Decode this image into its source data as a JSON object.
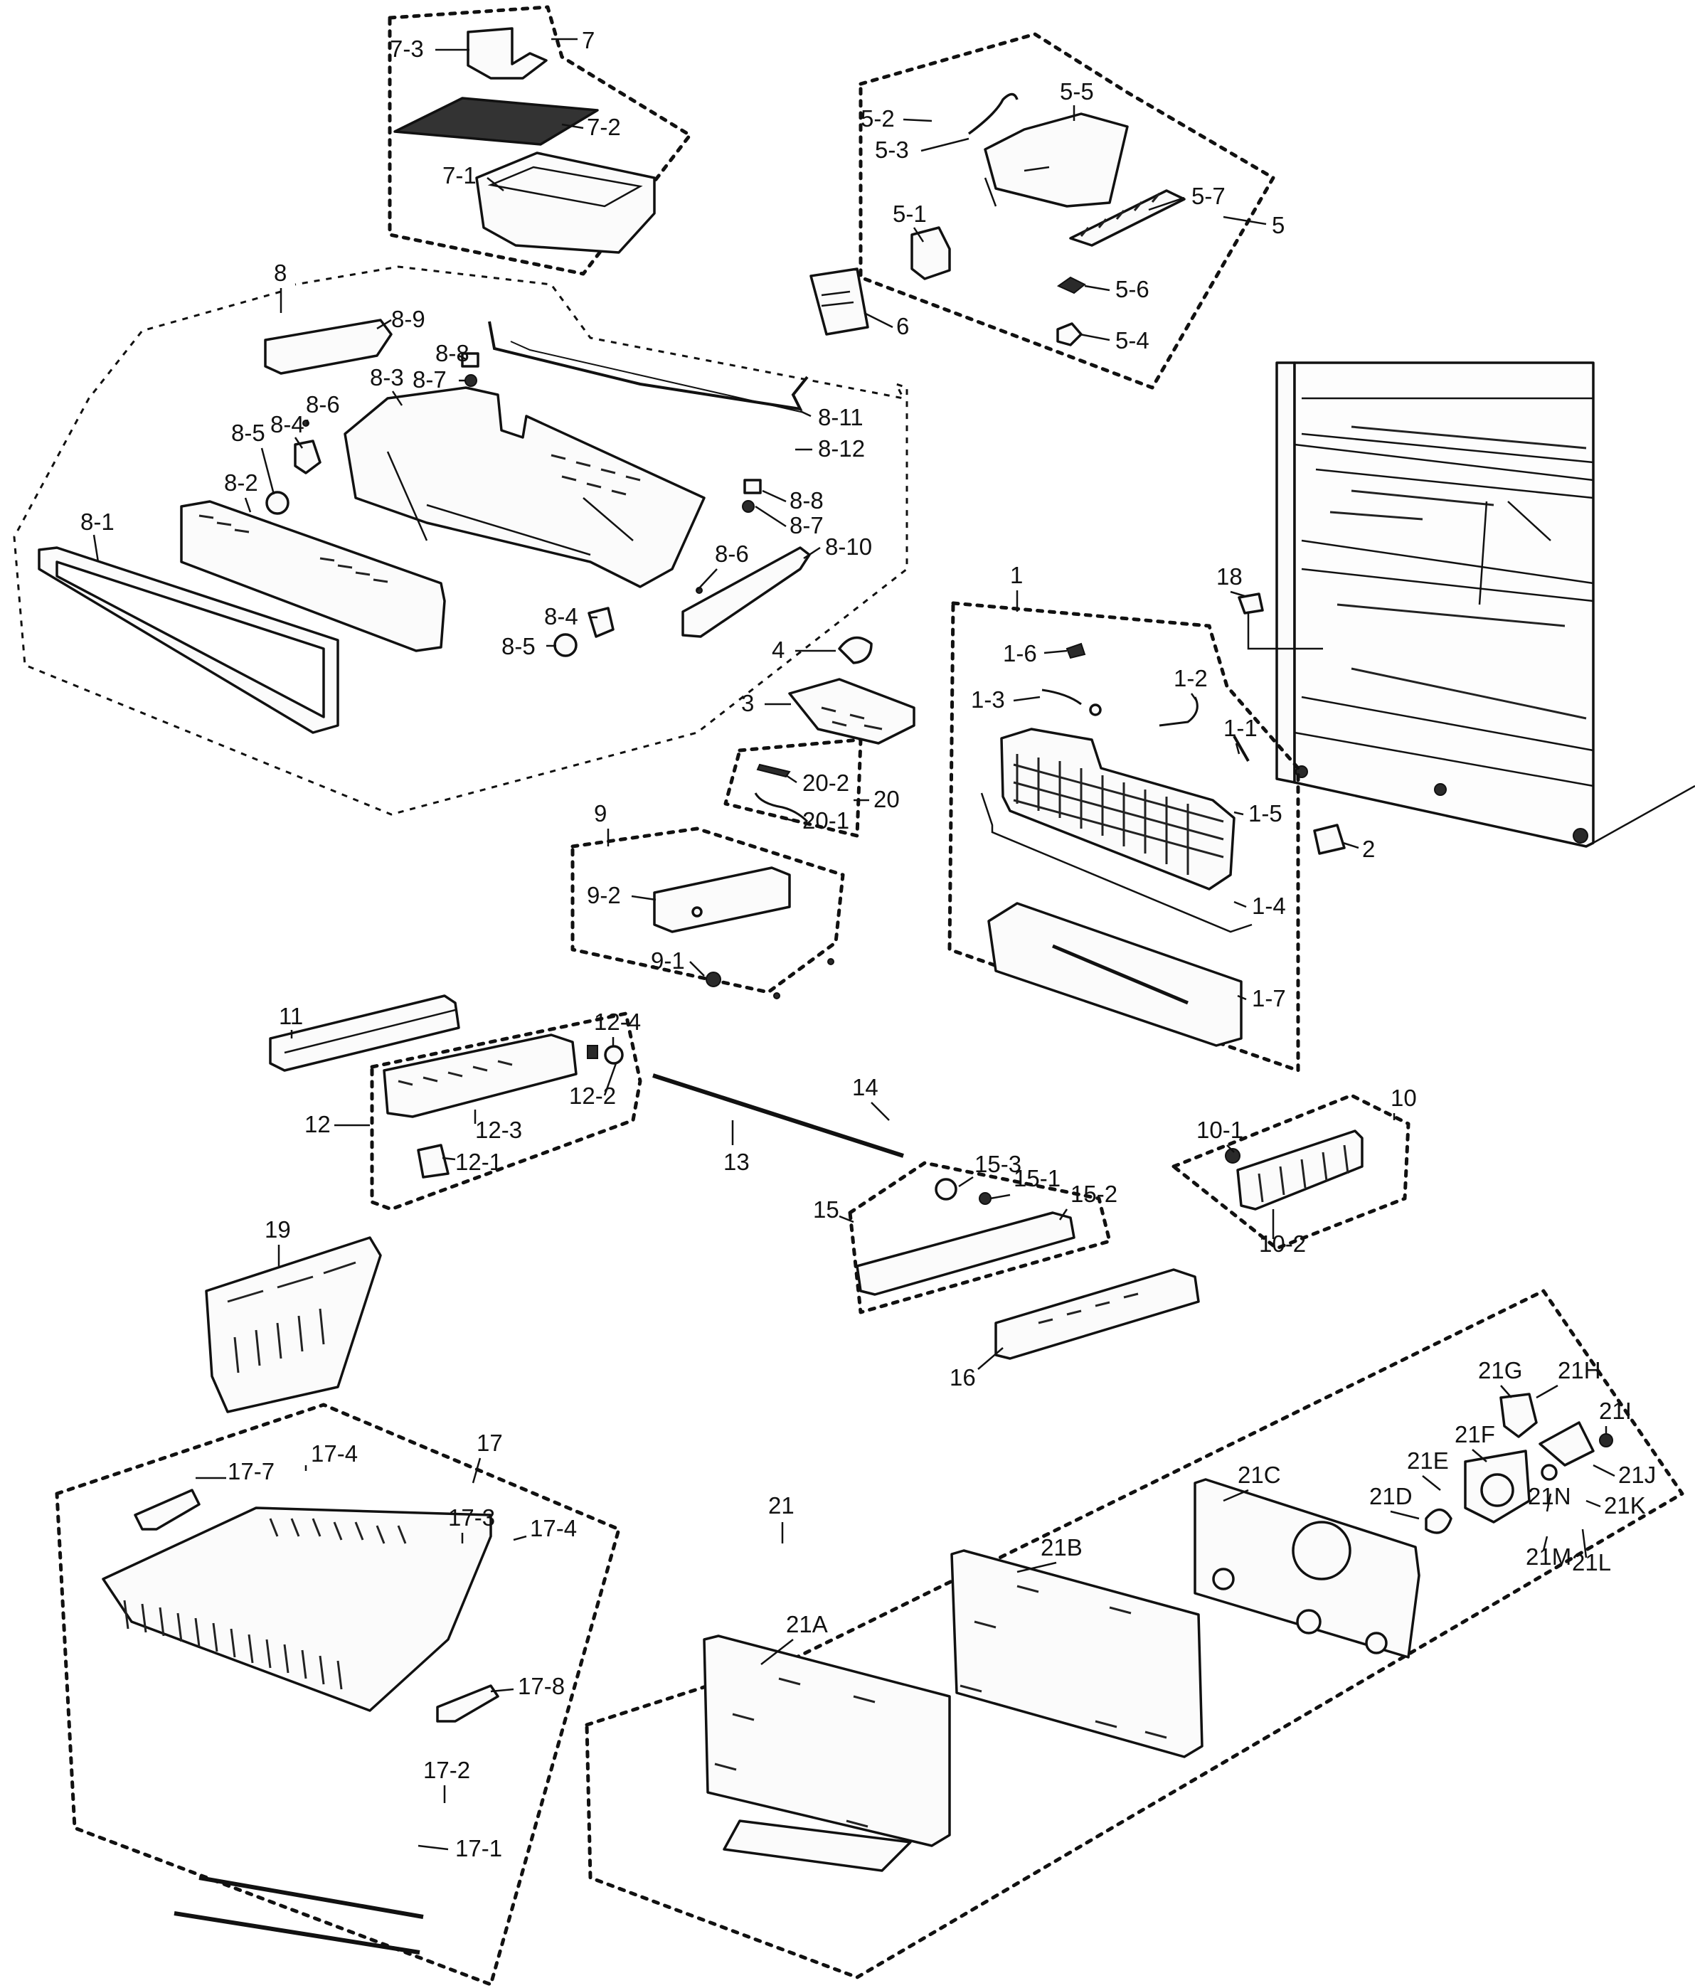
{
  "labels": {
    "p1": "1",
    "p1_1": "1-1",
    "p1_2": "1-2",
    "p1_3": "1-3",
    "p1_4": "1-4",
    "p1_5": "1-5",
    "p1_6": "1-6",
    "p1_7": "1-7",
    "p2": "2",
    "p3": "3",
    "p4": "4",
    "p5": "5",
    "p5_1": "5-1",
    "p5_2": "5-2",
    "p5_3": "5-3",
    "p5_4": "5-4",
    "p5_5": "5-5",
    "p5_6": "5-6",
    "p5_7": "5-7",
    "p6": "6",
    "p7": "7",
    "p7_1": "7-1",
    "p7_2": "7-2",
    "p7_3": "7-3",
    "p8": "8",
    "p8_1": "8-1",
    "p8_2": "8-2",
    "p8_3": "8-3",
    "p8_4a": "8-4",
    "p8_4b": "8-4",
    "p8_5a": "8-5",
    "p8_5b": "8-5",
    "p8_6a": "8-6",
    "p8_6b": "8-6",
    "p8_7a": "8-7",
    "p8_7b": "8-7",
    "p8_8a": "8-8",
    "p8_8b": "8-8",
    "p8_9": "8-9",
    "p8_10": "8-10",
    "p8_11": "8-11",
    "p8_12": "8-12",
    "p9": "9",
    "p9_1": "9-1",
    "p9_2": "9-2",
    "p10": "10",
    "p10_1": "10-1",
    "p10_2": "10-2",
    "p11": "11",
    "p12": "12",
    "p12_1": "12-1",
    "p12_2": "12-2",
    "p12_3": "12-3",
    "p12_4": "12-4",
    "p13": "13",
    "p14": "14",
    "p15": "15",
    "p15_1": "15-1",
    "p15_2": "15-2",
    "p15_3": "15-3",
    "p16": "16",
    "p17": "17",
    "p17_1": "17-1",
    "p17_2": "17-2",
    "p17_3": "17-3",
    "p17_4a": "17-4",
    "p17_4b": "17-4",
    "p17_7": "17-7",
    "p17_8": "17-8",
    "p18": "18",
    "p19": "19",
    "p20": "20",
    "p20_1": "20-1",
    "p20_2": "20-2",
    "p21": "21",
    "p21A": "21A",
    "p21B": "21B",
    "p21C": "21C",
    "p21D": "21D",
    "p21E": "21E",
    "p21F": "21F",
    "p21G": "21G",
    "p21H": "21H",
    "p21I": "21I",
    "p21J": "21J",
    "p21K": "21K",
    "p21L": "21L",
    "p21M": "21M",
    "p21N": "21N"
  }
}
